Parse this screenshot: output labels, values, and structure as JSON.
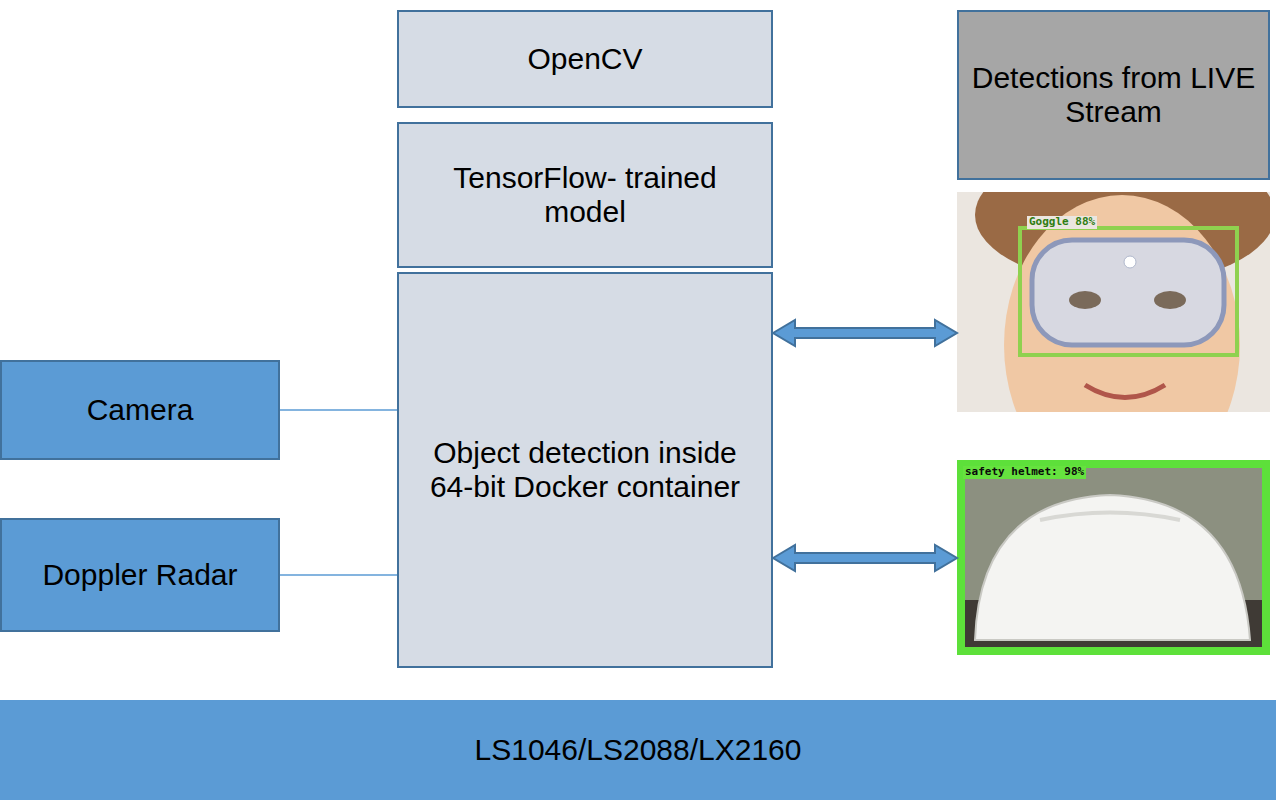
{
  "diagram": {
    "nodes": [
      {
        "text": [
          "OpenCV"
        ]
      },
      {
        "text": [
          "Detections from LIVE Stream"
        ]
      },
      {
        "text": [
          "TensorFlow- trained model"
        ]
      },
      {
        "text": [
          "Object detection inside 64-bit Docker container"
        ]
      },
      {
        "text": [
          "Goggle 88%"
        ]
      },
      {
        "text": [
          "Camera"
        ]
      },
      {
        "text": [
          "Doppler Radar"
        ]
      },
      {
        "text": [
          "safety helmet: 98%"
        ]
      },
      {
        "text": [
          "LS1046/LS2088/LX2160"
        ]
      }
    ],
    "edges": [
      {
        "from": 5,
        "to": 3,
        "arrow": "none"
      },
      {
        "from": 6,
        "to": 3,
        "arrow": "none"
      },
      {
        "from": 3,
        "to": 4,
        "arrow": "both"
      },
      {
        "from": 3,
        "to": 7,
        "arrow": "both"
      }
    ]
  }
}
